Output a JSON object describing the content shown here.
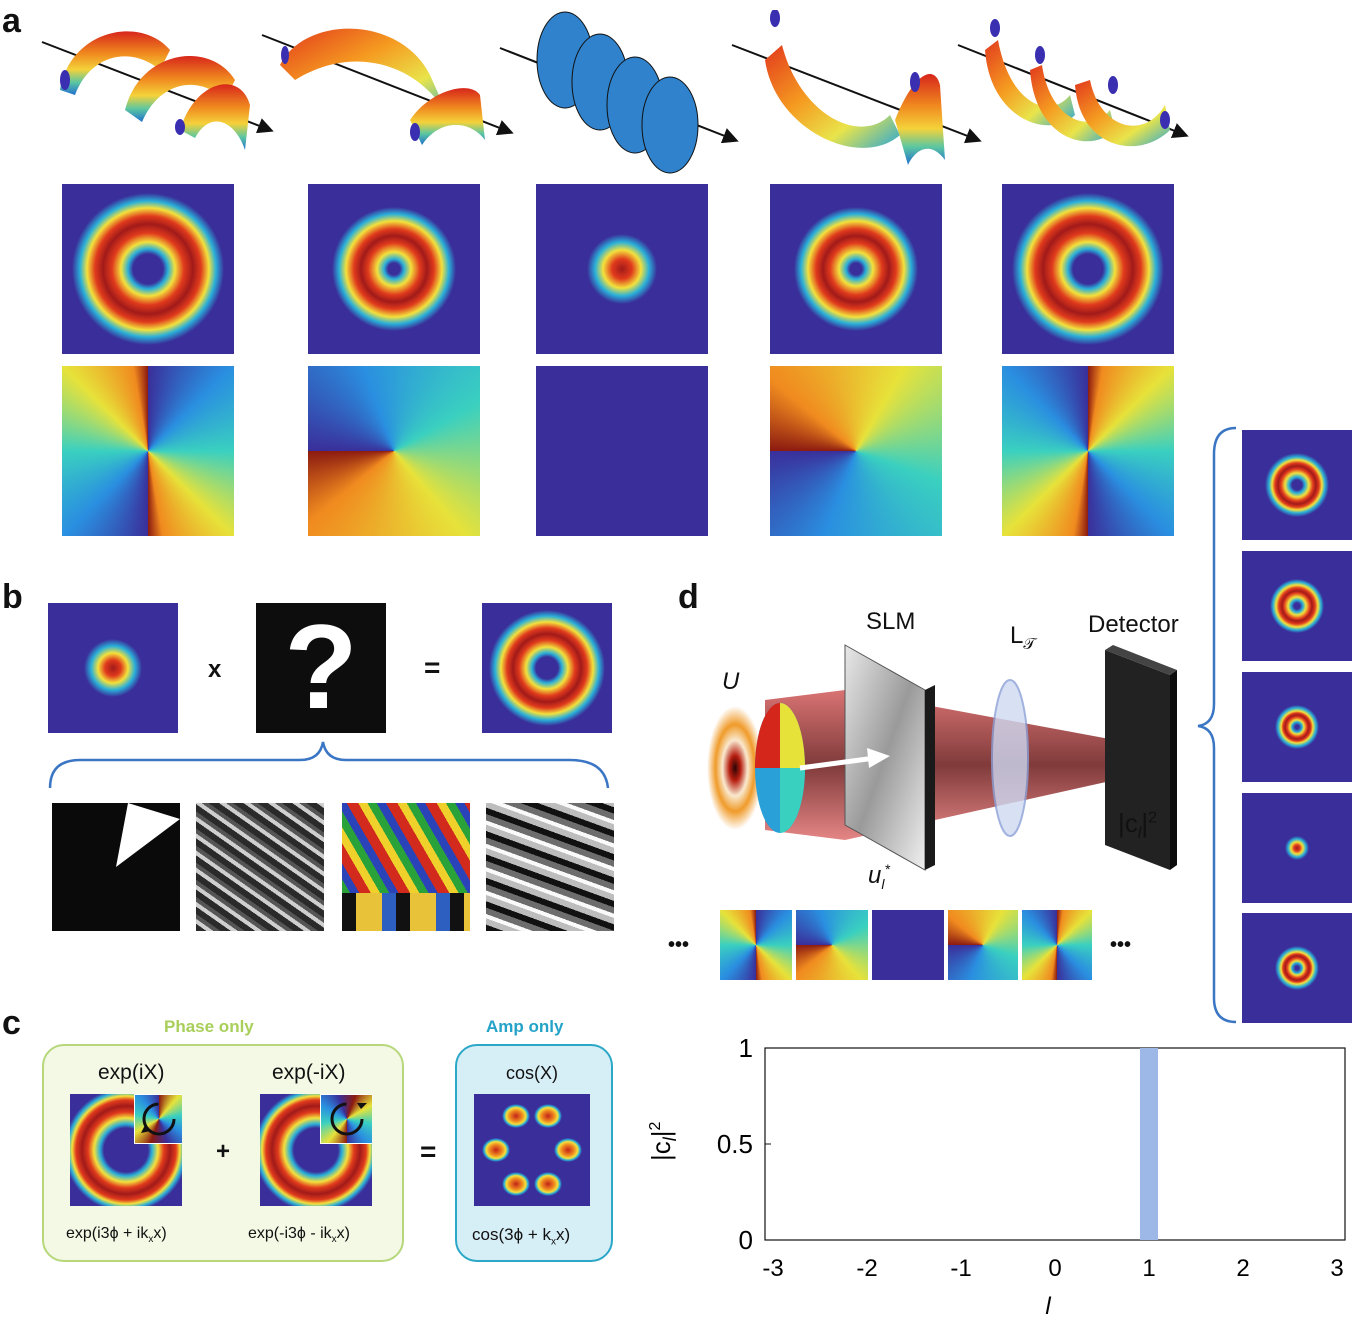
{
  "panels": {
    "a": "a",
    "b": "b",
    "c": "c",
    "d": "d"
  },
  "panel_b": {
    "times": "x",
    "question": "?",
    "equals": "="
  },
  "panel_c": {
    "phase_only": "Phase only",
    "amp_only": "Amp only",
    "plus": "+",
    "equals": "=",
    "left_top": "exp(iX)",
    "mid_top": "exp(-iX)",
    "right_top": "cos(X)",
    "left_bottom": "exp(i3ϕ + ik",
    "left_bottom_sub": "x",
    "left_bottom_end": "x)",
    "mid_bottom": "exp(-i3ϕ - ik",
    "mid_bottom_sub": "x",
    "mid_bottom_end": "x)",
    "right_bottom": "cos(3ϕ + k",
    "right_bottom_sub": "x",
    "right_bottom_end": "x)"
  },
  "panel_d": {
    "U": "U",
    "slm": "SLM",
    "lens": "L",
    "lens_sub": "𝒯",
    "detector": "Detector",
    "cl2": "|c",
    "cl2_sub": "l",
    "cl2_end": "|",
    "cl2_sup": "2",
    "ul": "u",
    "ul_sub": "l",
    "ul_sup": "*",
    "ellipsis_left": "•••",
    "ellipsis_right": "•••"
  },
  "colors": {
    "background_blue": "#3a2f9a",
    "phase_box_border": "#b6d77a",
    "amp_box_border": "#2ba7c8",
    "phase_label": "#a9cf5a",
    "amp_label": "#24a3c8",
    "bar": "#9db8e6"
  },
  "chart_data": {
    "type": "bar",
    "categories": [
      "-3",
      "-2",
      "-1",
      "0",
      "1",
      "2",
      "3"
    ],
    "x": [
      -3,
      -2,
      -1,
      0,
      1,
      2,
      3
    ],
    "values": [
      0,
      0,
      0,
      0,
      1,
      0,
      0
    ],
    "ylim": [
      0,
      1
    ],
    "xlim": [
      -3,
      3
    ],
    "yticks": [
      "0",
      "0.5",
      "1"
    ],
    "xticks": [
      "-3",
      "-2",
      "-1",
      "0",
      "1",
      "2",
      "3"
    ],
    "xlabel": "l",
    "ylabel": "|c_l|²",
    "grid": false
  }
}
